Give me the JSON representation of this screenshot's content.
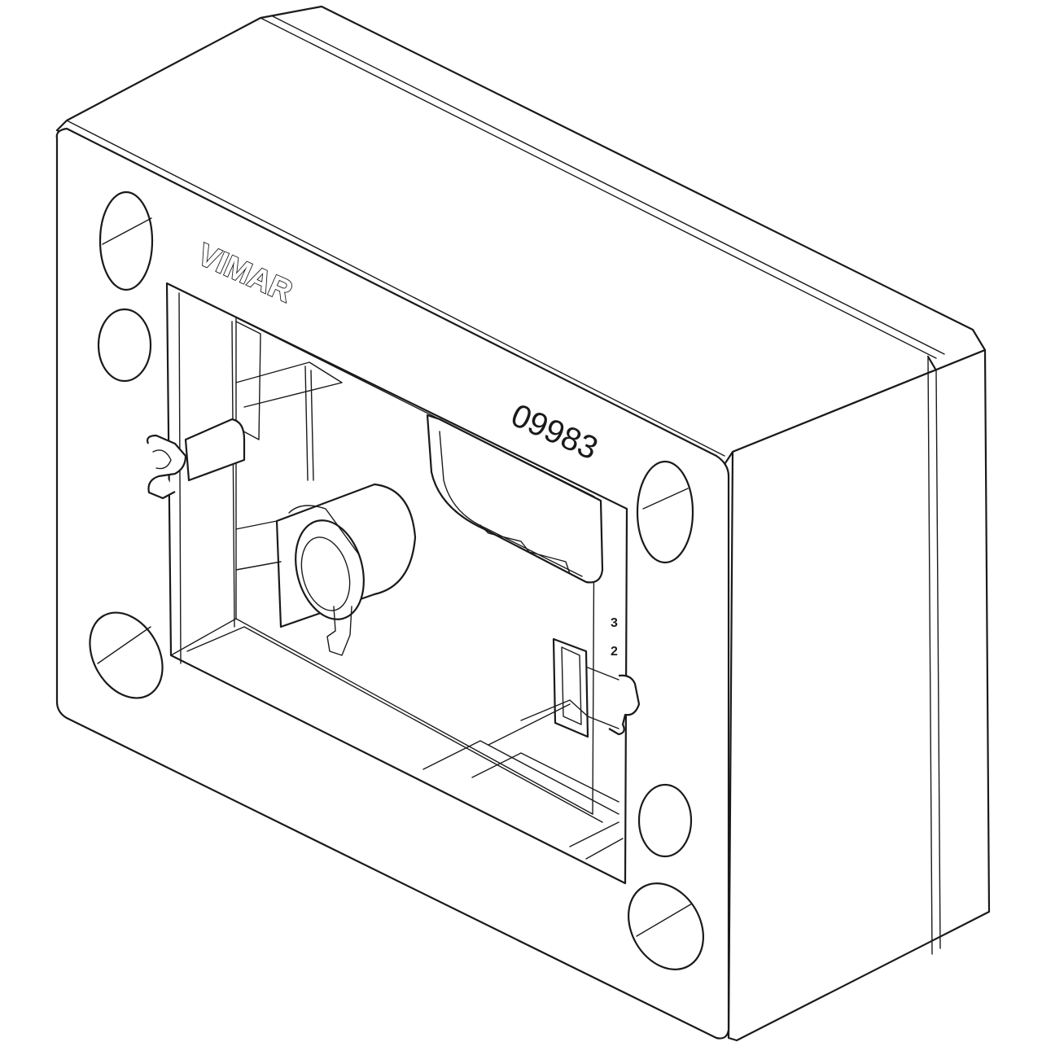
{
  "drawing": {
    "brand_mark": "VIMAR",
    "product_code": "09983",
    "side_marks": [
      "3",
      "2"
    ]
  }
}
